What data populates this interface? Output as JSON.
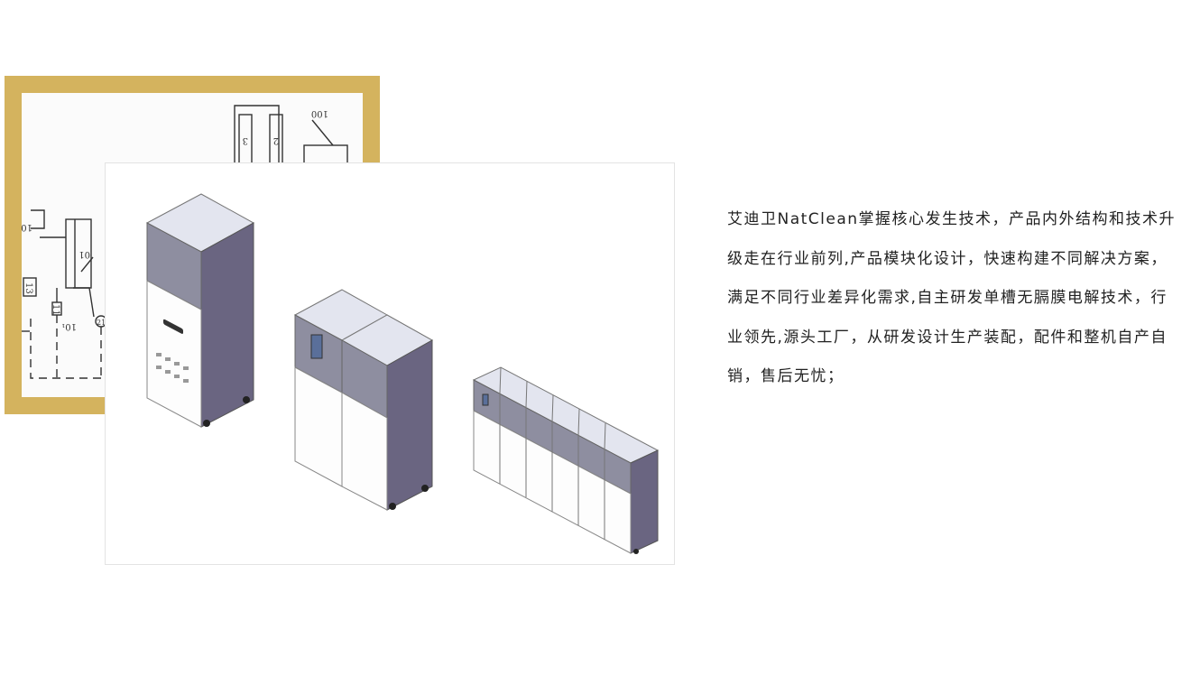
{
  "drawing": {
    "labels": [
      "100",
      "3",
      "2",
      "01",
      "10",
      "13",
      "11",
      "10₁",
      "21"
    ],
    "frame_color": "#d4b35e"
  },
  "products": {
    "units": [
      "single-cabinet",
      "double-cabinet",
      "six-module-array"
    ],
    "colors": {
      "top": "#e3e5ef",
      "panel": "#8e8ea0",
      "side": "#6a6581",
      "body": "#fdfdfd"
    }
  },
  "description": {
    "text": "艾迪卫NatClean掌握核心发生技术，产品内外结构和技术升级走在行业前列,产品模块化设计，快速构建不同解决方案，满足不同行业差异化需求,自主研发单槽无膈膜电解技术，行业领先,源头工厂，从研发设计生产装配，配件和整机自产自销，售后无忧；"
  }
}
